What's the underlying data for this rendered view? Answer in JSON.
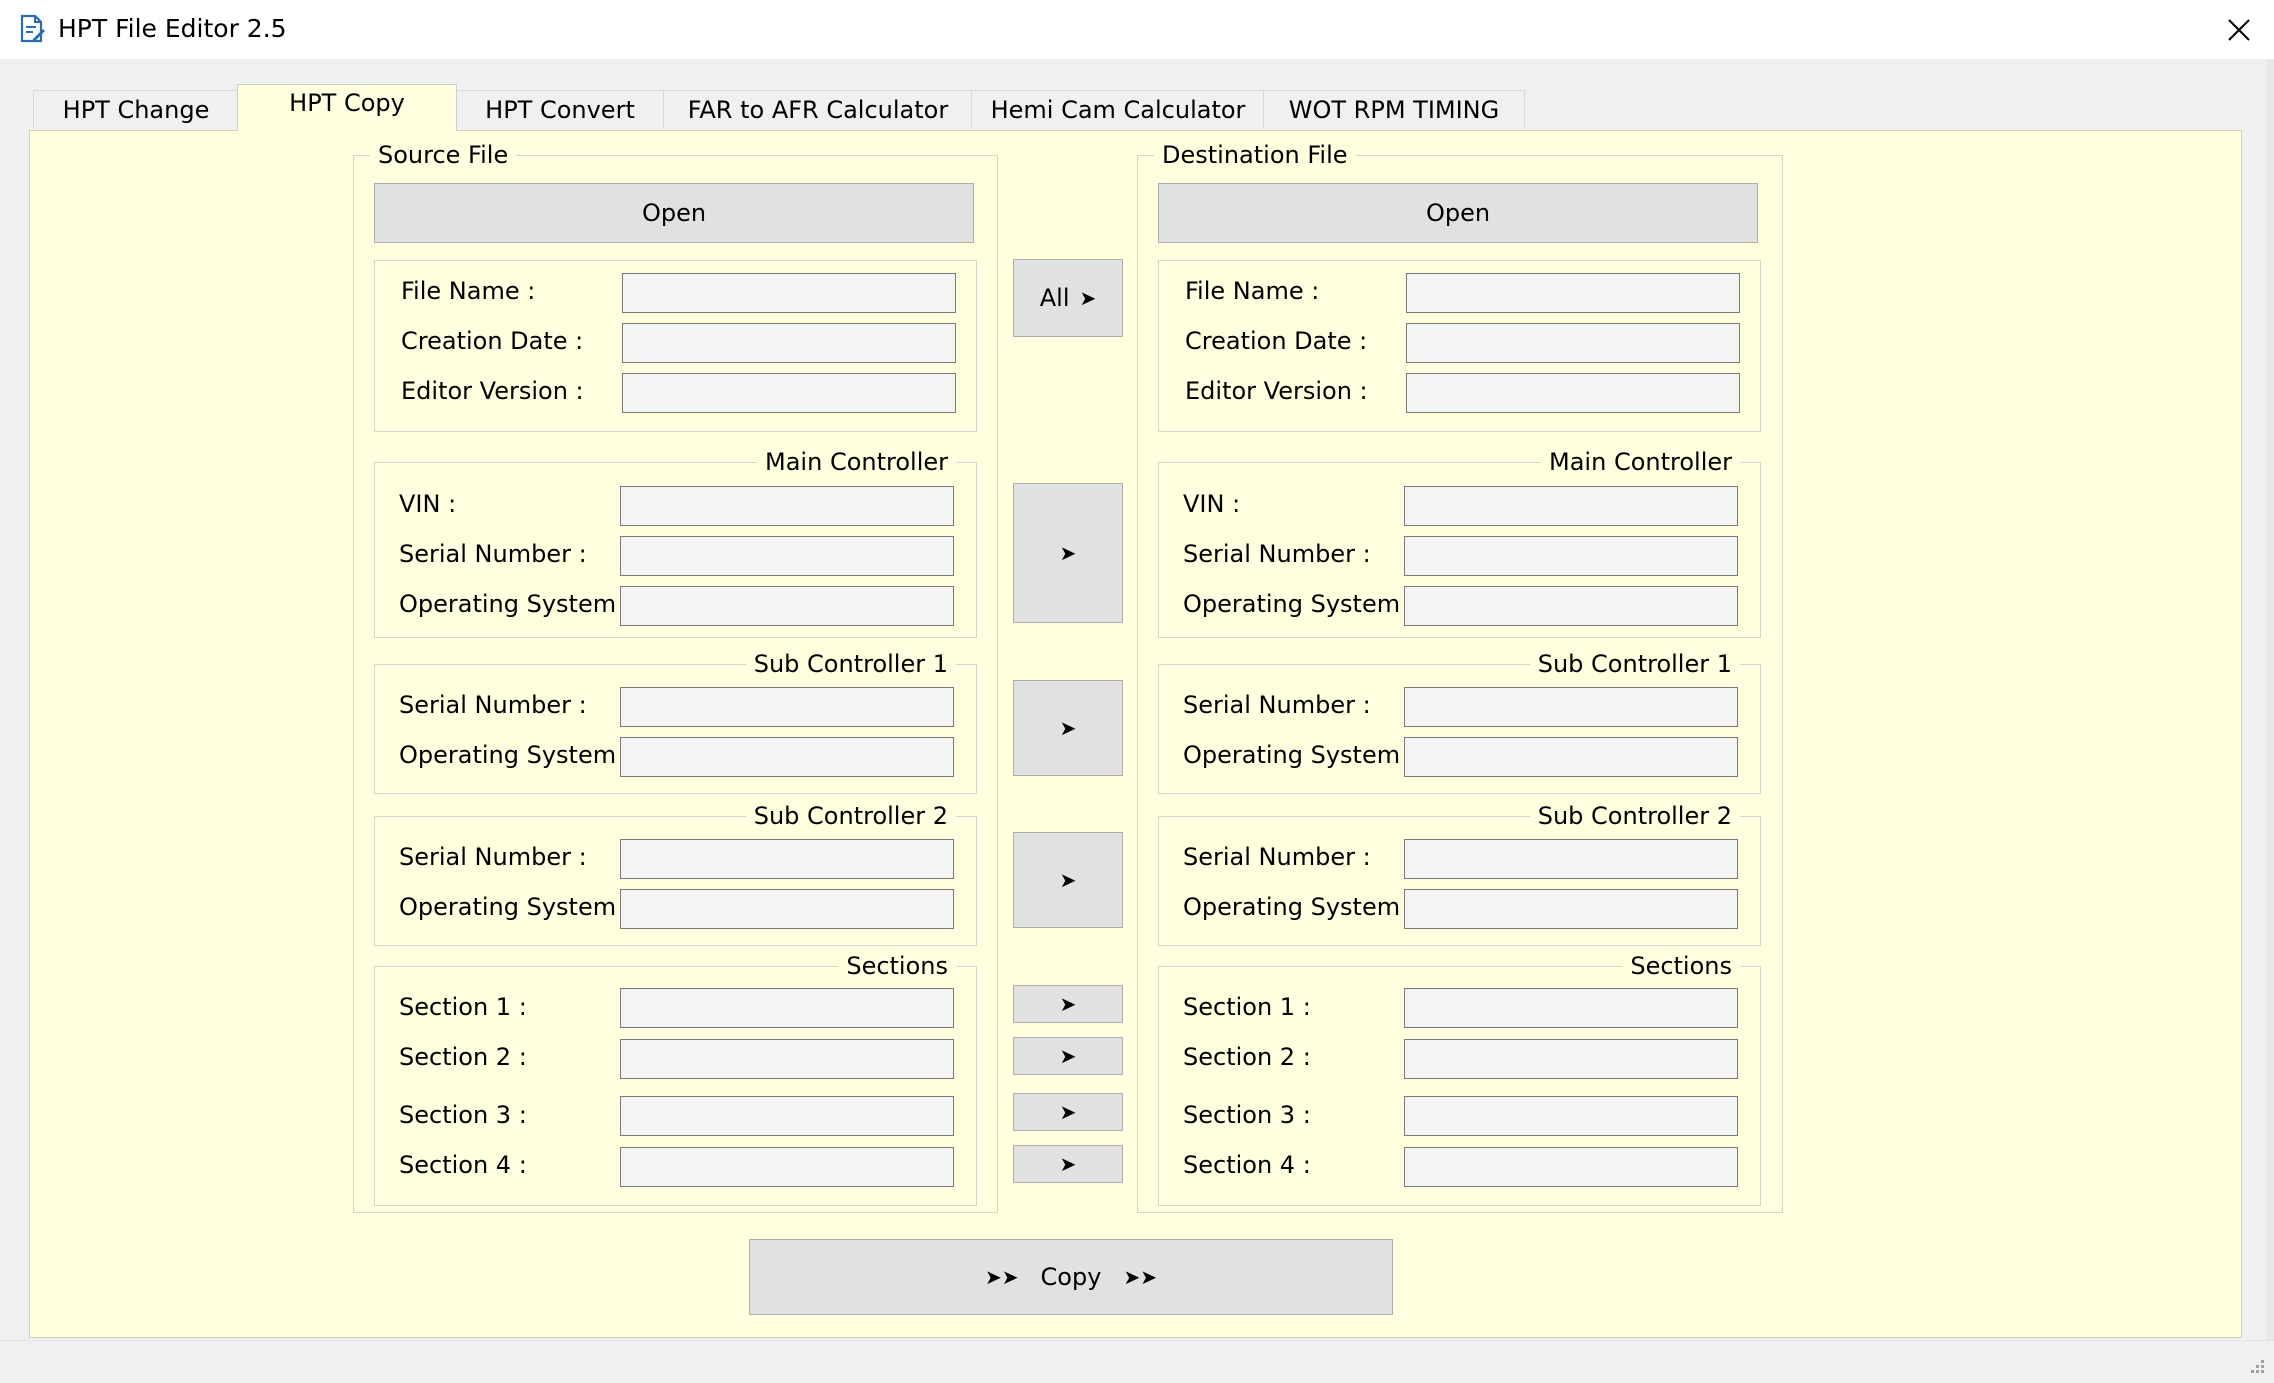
{
  "window": {
    "title": "HPT File Editor 2.5",
    "close_glyph": "✕",
    "app_icon": "document-edit-icon"
  },
  "tabs": [
    {
      "label": "HPT Change",
      "active": false
    },
    {
      "label": "HPT Copy",
      "active": true
    },
    {
      "label": "HPT Convert",
      "active": false
    },
    {
      "label": "FAR to AFR Calculator",
      "active": false
    },
    {
      "label": "Hemi Cam Calculator",
      "active": false
    },
    {
      "label": "WOT RPM TIMING",
      "active": false
    }
  ],
  "source": {
    "group_label": "Source File",
    "open_label": "Open",
    "file_info": {
      "file_name_label": "File Name :",
      "creation_date_label": "Creation Date :",
      "editor_version_label": "Editor Version :",
      "file_name_value": "",
      "creation_date_value": "",
      "editor_version_value": ""
    },
    "main_controller": {
      "label": "Main Controller",
      "vin_label": "VIN :",
      "serial_label": "Serial Number :",
      "os_label": "Operating System :",
      "vin_value": "",
      "serial_value": "",
      "os_value": ""
    },
    "sub_controller_1": {
      "label": "Sub Controller 1",
      "serial_label": "Serial Number :",
      "os_label": "Operating System :",
      "serial_value": "",
      "os_value": ""
    },
    "sub_controller_2": {
      "label": "Sub Controller 2",
      "serial_label": "Serial Number :",
      "os_label": "Operating System :",
      "serial_value": "",
      "os_value": ""
    },
    "sections": {
      "label": "Sections",
      "items": [
        {
          "label": "Section 1 :",
          "value": ""
        },
        {
          "label": "Section 2 :",
          "value": ""
        },
        {
          "label": "Section 3 :",
          "value": ""
        },
        {
          "label": "Section 4 :",
          "value": ""
        }
      ]
    }
  },
  "destination": {
    "group_label": "Destination File",
    "open_label": "Open",
    "file_info": {
      "file_name_label": "File Name :",
      "creation_date_label": "Creation Date :",
      "editor_version_label": "Editor Version :",
      "file_name_value": "",
      "creation_date_value": "",
      "editor_version_value": ""
    },
    "main_controller": {
      "label": "Main Controller",
      "vin_label": "VIN :",
      "serial_label": "Serial Number :",
      "os_label": "Operating System :",
      "vin_value": "",
      "serial_value": "",
      "os_value": ""
    },
    "sub_controller_1": {
      "label": "Sub Controller 1",
      "serial_label": "Serial Number :",
      "os_label": "Operating System :",
      "serial_value": "",
      "os_value": ""
    },
    "sub_controller_2": {
      "label": "Sub Controller 2",
      "serial_label": "Serial Number :",
      "os_label": "Operating System :",
      "serial_value": "",
      "os_value": ""
    },
    "sections": {
      "label": "Sections",
      "items": [
        {
          "label": "Section 1 :",
          "value": ""
        },
        {
          "label": "Section 2 :",
          "value": ""
        },
        {
          "label": "Section 3 :",
          "value": ""
        },
        {
          "label": "Section 4 :",
          "value": ""
        }
      ]
    }
  },
  "transfer": {
    "all_label": "All",
    "arrow_glyph": "➤",
    "copy_label": "Copy",
    "copy_arrows": "➤➤"
  },
  "colors": {
    "panel_bg": "#ffffe0",
    "button_bg": "#e1e1e1",
    "window_bg": "#f0f0f0"
  }
}
